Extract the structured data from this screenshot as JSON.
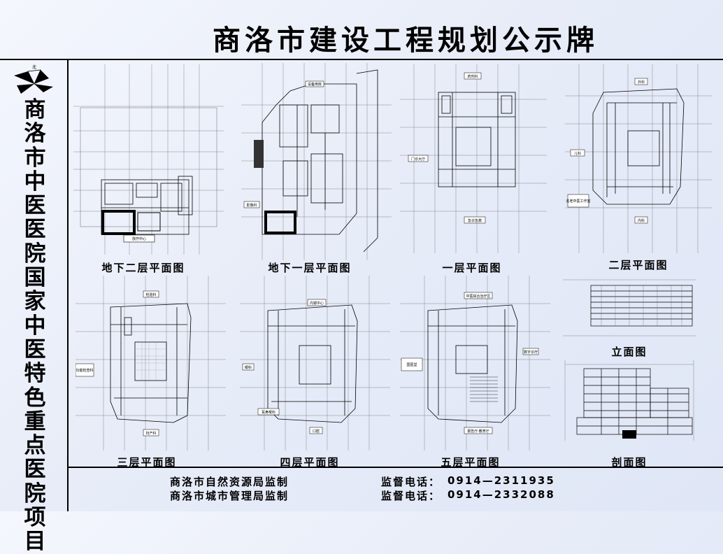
{
  "title": "商洛市建设工程规划公示牌",
  "project_name": "商洛市中医医院国家中医特色重点医院项目",
  "drawings": [
    {
      "id": "b2",
      "caption": "地下二层平面图",
      "tags": [
        "放疗中心"
      ]
    },
    {
      "id": "b1",
      "caption": "地下一层平面图",
      "tags": [
        "设备用房",
        "影像科"
      ]
    },
    {
      "id": "f1",
      "caption": "一层平面图",
      "tags": [
        "药剂科",
        "门诊大厅",
        "急诊急救"
      ]
    },
    {
      "id": "f2",
      "caption": "二层平面图",
      "tags": [
        "外科",
        "儿科",
        "名老中医工作室",
        "内科"
      ]
    },
    {
      "id": "f3",
      "caption": "三层平面图",
      "tags": [
        "检验科",
        "妇产科",
        "功能检查科"
      ]
    },
    {
      "id": "f4",
      "caption": "四层平面图",
      "tags": [
        "内镜中心",
        "眼科",
        "耳鼻喉科",
        "口腔"
      ]
    },
    {
      "id": "f5",
      "caption": "五层平面图",
      "tags": [
        "中医综合治疗区",
        "国医堂",
        "数字诊疗",
        "报告厅·教育厅"
      ]
    },
    {
      "id": "elev",
      "caption": "立面图",
      "tags": []
    },
    {
      "id": "sect",
      "caption": "剖面图",
      "tags": []
    }
  ],
  "footer": {
    "issuer1": "商洛市自然资源局监制",
    "issuer2": "商洛市城市管理局监制",
    "phone1_label": "监督电话：",
    "phone1": "0914—2311935",
    "phone2_label": "监督电话：",
    "phone2": "0914—2332088"
  }
}
